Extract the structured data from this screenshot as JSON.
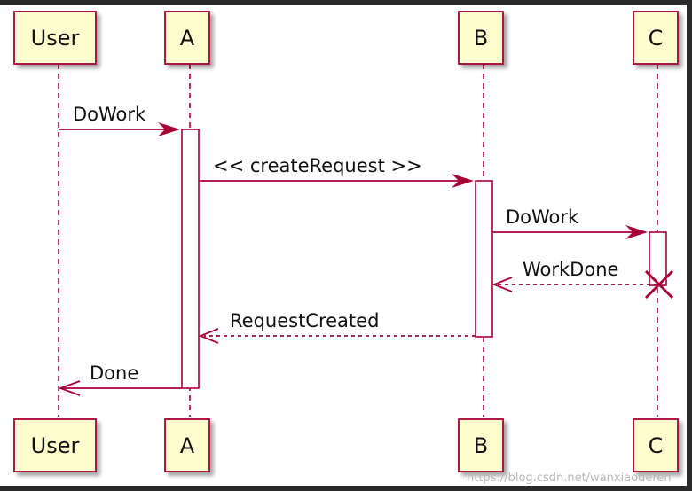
{
  "diagram": {
    "type": "sequence",
    "participants": [
      {
        "id": "user",
        "label": "User"
      },
      {
        "id": "a",
        "label": "A"
      },
      {
        "id": "b",
        "label": "B"
      },
      {
        "id": "c",
        "label": "C"
      }
    ],
    "messages": [
      {
        "id": "m1",
        "from": "user",
        "to": "a",
        "label": "DoWork",
        "style": "solid"
      },
      {
        "id": "m2",
        "from": "a",
        "to": "b",
        "label": "<< createRequest >>",
        "style": "solid"
      },
      {
        "id": "m3",
        "from": "b",
        "to": "c",
        "label": "DoWork",
        "style": "solid"
      },
      {
        "id": "m4",
        "from": "c",
        "to": "b",
        "label": "WorkDone",
        "style": "dashed"
      },
      {
        "id": "m5",
        "from": "b",
        "to": "a",
        "label": "RequestCreated",
        "style": "dashed"
      },
      {
        "id": "m6",
        "from": "a",
        "to": "user",
        "label": "Done",
        "style": "solid"
      }
    ],
    "destroyed": [
      "c"
    ]
  },
  "watermark": "https://blog.csdn.net/wanxiaoderen",
  "colors": {
    "actor_fill": "#fefece",
    "actor_border": "#a80036",
    "arrow": "#a80036",
    "background": "#ffffff",
    "frame": "#2a2a2a"
  }
}
